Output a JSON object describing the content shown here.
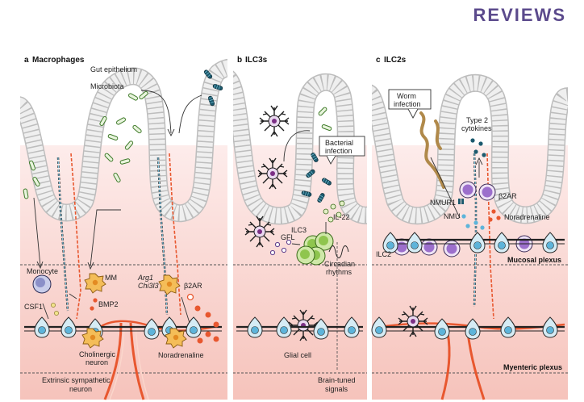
{
  "header": {
    "title": "REVIEWS"
  },
  "colors": {
    "bg_panel": "#ffffff",
    "lumen": "#fbe9e7",
    "tissue": "#f7c9c2",
    "epithelium": "#e4e4e4",
    "neuron": "#e8572f",
    "glial": "#7b2f85",
    "macrophage": "#f2b64b",
    "ilc": "#9c78c8",
    "ilc3": "#8fc54e",
    "enteric": "#7fc8e5",
    "bacteria": "#6aa84f"
  },
  "panels": {
    "a": {
      "letter": "a",
      "title": "Macrophages",
      "labels": {
        "gut_epithelium": "Gut epithelium",
        "microbiota": "Microbiota",
        "monocyte": "Monocyte",
        "mm": "MM",
        "arg1": "Arg1",
        "chi3l3": "Chi3l3",
        "b2ar": "β2AR",
        "csf1": "CSF1",
        "bmp2": "BMP2",
        "cholinergic": "Cholinergic",
        "neuron": "neuron",
        "noradrenaline": "Noradrenaline",
        "extrinsic": "Extrinsic sympathetic",
        "extrinsic_neuron": "neuron"
      }
    },
    "b": {
      "letter": "b",
      "title": "ILC3s",
      "labels": {
        "bacterial": "Bacterial",
        "infection": "infection",
        "il22": "IL-22",
        "ilc3": "ILC3",
        "gfl": "GFL",
        "circadian": "Circadian",
        "rhythms": "rhythms",
        "glial_cell": "Glial cell",
        "brain_tuned": "Brain-tuned",
        "signals": "signals"
      }
    },
    "c": {
      "letter": "c",
      "title": "ILC2s",
      "labels": {
        "worm": "Worm",
        "infection": "infection",
        "type2": "Type 2",
        "cytokines": "cytokines",
        "nmur1": "NMUR1",
        "b2ar": "β2AR",
        "nmu": "NMU",
        "noradrenaline": "Noradrenaline",
        "ilc2": "ILC2",
        "mucosal_plexus": "Mucosal plexus",
        "myenteric_plexus": "Myenteric plexus"
      }
    }
  }
}
